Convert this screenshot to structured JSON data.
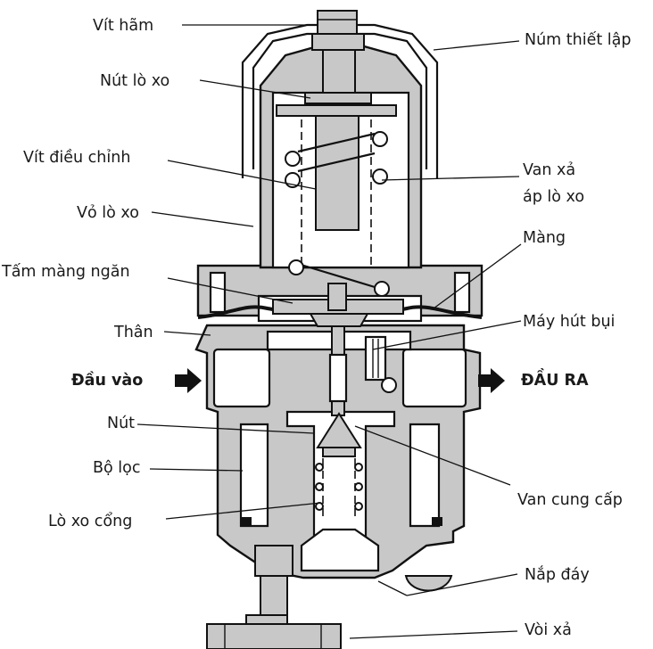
{
  "labels": {
    "vit_ham": "Vít hãm",
    "num_thiet_lap": "Núm thiết lập",
    "nut_lo_xo": "Nút lò xo",
    "vit_dieu_chinh": "Vít điều chỉnh",
    "van_xa_line1": "Van xả",
    "van_xa_line2": "áp lò xo",
    "vo_lo_xo": "Vỏ lò xo",
    "mang": "Màng",
    "tam_mang_ngan": "Tấm màng ngăn",
    "may_hut_bui": "Máy hút bụi",
    "than": "Thân",
    "dau_vao": "Đầu vào",
    "dau_ra": "ĐẦU RA",
    "nut": "Nút",
    "van_cung_cap": "Van cung cấp",
    "bo_loc": "Bộ lọc",
    "lo_xo_cong": "Lò xo cổng",
    "nap_day": "Nắp đáy",
    "voi_xa": "Vòi xả"
  },
  "colors": {
    "body_fill": "#c8c8c8",
    "line": "#111111",
    "background": "#ffffff"
  },
  "icons": {
    "inlet": "arrow-right-icon",
    "outlet": "arrow-right-icon"
  }
}
